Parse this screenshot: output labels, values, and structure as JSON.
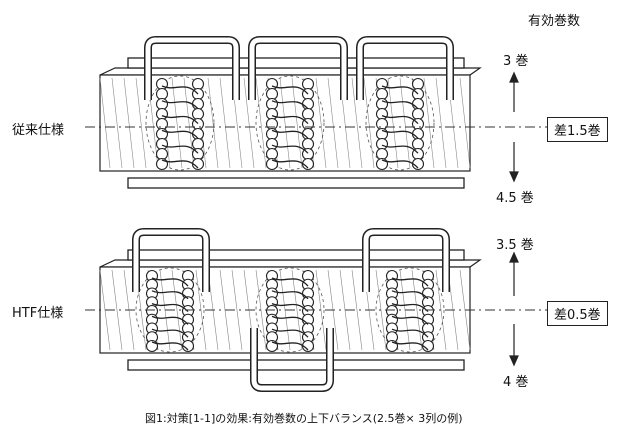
{
  "header": {
    "column_title": "有効巻数"
  },
  "rows": [
    {
      "name": "従来仕様",
      "upper": "3 巻",
      "lower": "4.5 巻",
      "diff": "差1.5巻"
    },
    {
      "name": "HTF仕様",
      "upper": "3.5 巻",
      "lower": "4 巻",
      "diff": "差0.5巻"
    }
  ],
  "caption": "図1:対策[1-1]の効果:有効巻数の上下バランス(2.5巻× 3列の例)"
}
